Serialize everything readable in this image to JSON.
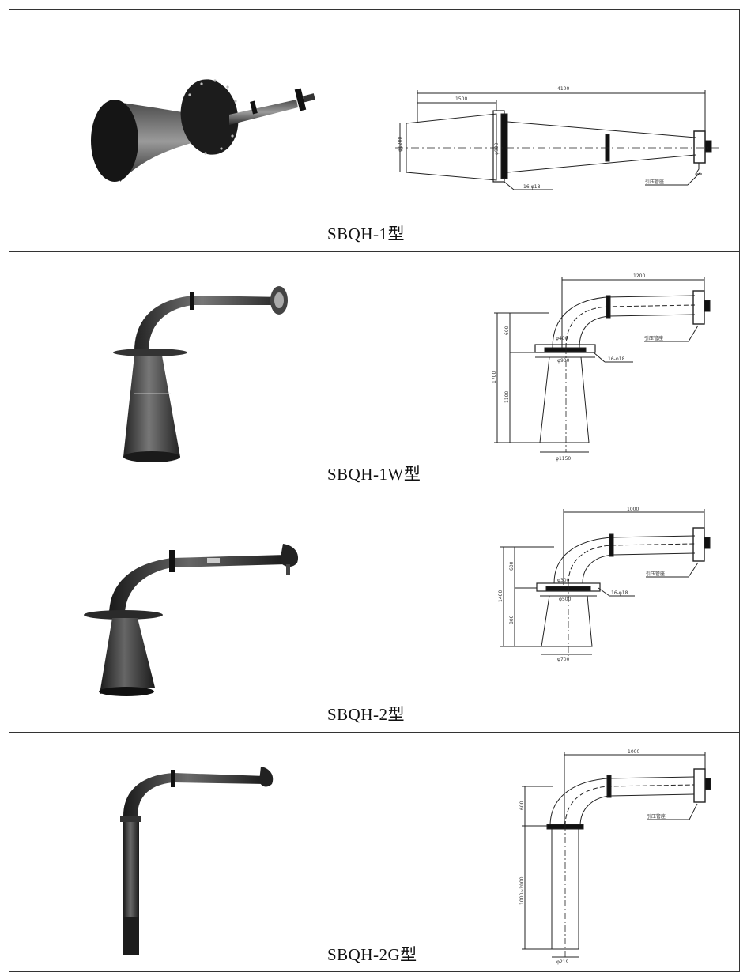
{
  "models": [
    {
      "caption": "SBQH-1型",
      "drawing": {
        "leader_label": "引压管座",
        "flange_label": "16-φ18",
        "length_total": "4100",
        "length_part": "1500",
        "dia_large": "φ1200",
        "dia_flange": "φ900"
      }
    },
    {
      "caption": "SBQH-1W型",
      "drawing": {
        "leader_label": "引压管座",
        "flange_label": "16-φ18",
        "width": "1200",
        "dia_small": "φ400",
        "dia_flange": "φ900",
        "dia_bottom": "φ1150",
        "height_total": "1700",
        "height_upper": "600",
        "height_lower": "1100"
      }
    },
    {
      "caption": "SBQH-2型",
      "drawing": {
        "leader_label": "引压管座",
        "flange_label": "16-φ18",
        "width": "1000",
        "dia_small": "φ300",
        "dia_flange": "φ500",
        "dia_bottom": "φ700",
        "height_total": "1400",
        "height_upper": "600",
        "height_lower": "800"
      }
    },
    {
      "caption": "SBQH-2G型",
      "drawing": {
        "leader_label": "引压管座",
        "width": "1000",
        "height_upper": "600",
        "height_lower": "1000~2000",
        "dia_pipe": "φ219"
      }
    }
  ]
}
